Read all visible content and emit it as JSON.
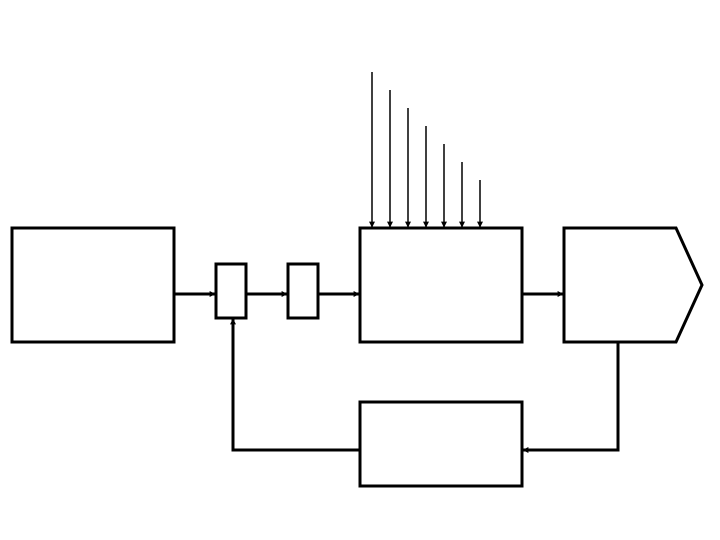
{
  "diagram": {
    "title": "",
    "blocks": [
      {
        "id": "source-block",
        "label": ""
      },
      {
        "id": "small-block-1",
        "label": ""
      },
      {
        "id": "small-block-2",
        "label": ""
      },
      {
        "id": "main-block",
        "label": ""
      },
      {
        "id": "output-block",
        "label": ""
      },
      {
        "id": "feedback-block",
        "label": ""
      }
    ],
    "input_arrow_count": 7,
    "colors": {
      "stroke": "#000000",
      "background": "#ffffff"
    }
  }
}
